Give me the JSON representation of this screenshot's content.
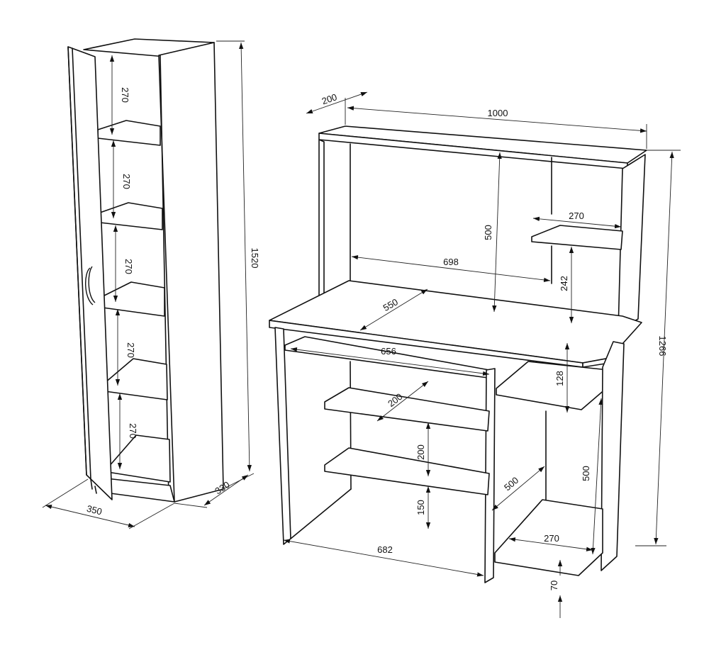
{
  "dimensions": {
    "cabinet_shelf_1": "270",
    "cabinet_shelf_2": "270",
    "cabinet_shelf_3": "270",
    "cabinet_shelf_4": "270",
    "cabinet_shelf_5": "270",
    "cabinet_height": "1520",
    "cabinet_width": "350",
    "cabinet_depth": "330",
    "desk_top_depth": "200",
    "desk_width": "1000",
    "hutch_height": "500",
    "hutch_shelf_width": "270",
    "hutch_inner_width": "698",
    "hutch_shelf_height": "242",
    "desk_depth": "550",
    "desk_total_height": "1266",
    "keyboard_tray_width": "656",
    "drawer_gap": "128",
    "lower_shelf_depth": "200",
    "lower_shelf_spacing": "200",
    "lower_shelf_bottom": "150",
    "side_compartment_depth": "500",
    "side_compartment_height": "500",
    "desk_leg_width": "682",
    "bottom_shelf_width": "270",
    "plinth_height": "70"
  },
  "colors": {
    "line": "#111111",
    "background": "#ffffff"
  }
}
